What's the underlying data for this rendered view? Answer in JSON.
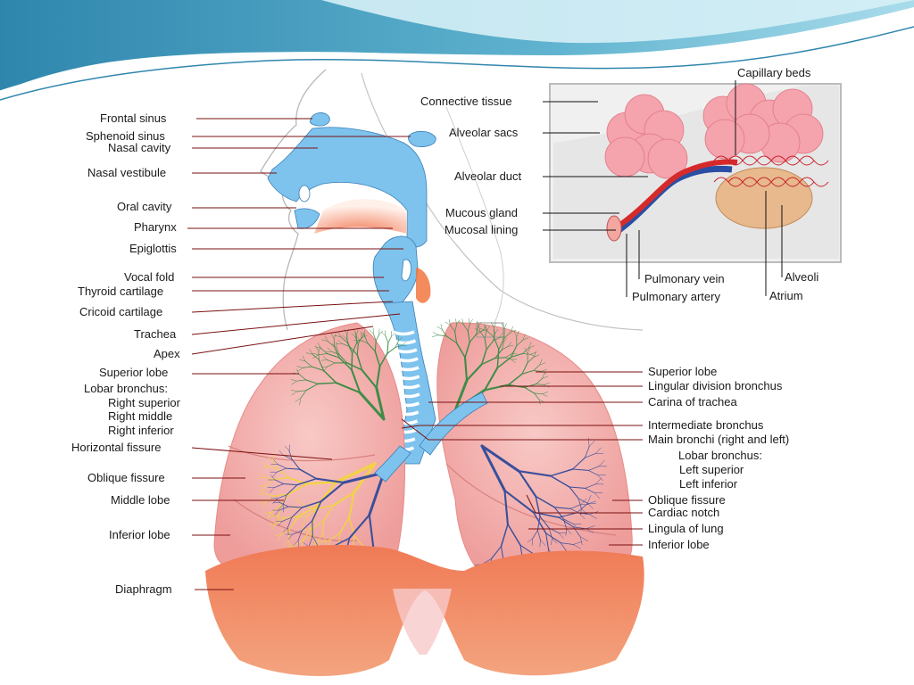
{
  "colors": {
    "slide_wave_dark": "#2c7fa6",
    "slide_wave_light": "#a7dbe9",
    "airway_blue": "#7ec3ee",
    "lung_pink": "#f3a8a6",
    "diaphragm_orange": "#f08a62",
    "bronchi_green": "#3f8c48",
    "bronchi_yellow": "#f1d246",
    "bronchi_blue": "#3a4f9a",
    "label_green": "#2f8a3a",
    "label_yellow": "#e7c21c",
    "label_blue": "#2637c4"
  },
  "left_labels": [
    {
      "id": "frontal-sinus",
      "text": "Frontal sinus"
    },
    {
      "id": "sphenoid-sinus",
      "text": "Sphenoid sinus"
    },
    {
      "id": "nasal-cavity",
      "text": "Nasal cavity"
    },
    {
      "id": "nasal-vestibule",
      "text": "Nasal vestibule"
    },
    {
      "id": "oral-cavity",
      "text": "Oral cavity"
    },
    {
      "id": "pharynx",
      "text": "Pharynx"
    },
    {
      "id": "epiglottis",
      "text": "Epiglottis"
    },
    {
      "id": "vocal-fold",
      "text": "Vocal fold"
    },
    {
      "id": "thyroid-cartilage",
      "text": "Thyroid cartilage"
    },
    {
      "id": "cricoid-cartilage",
      "text": "Cricoid cartilage"
    },
    {
      "id": "trachea",
      "text": "Trachea"
    },
    {
      "id": "apex",
      "text": "Apex"
    },
    {
      "id": "superior-lobe-right",
      "text": "Superior lobe"
    },
    {
      "id": "lobar-bronchus-right",
      "text": "Lobar bronchus:"
    },
    {
      "id": "right-superior",
      "text": "Right superior",
      "color": "green"
    },
    {
      "id": "right-middle",
      "text": "Right middle",
      "color": "yellow"
    },
    {
      "id": "right-inferior",
      "text": "Right inferior",
      "color": "blue"
    },
    {
      "id": "horizontal-fissure",
      "text": "Horizontal fissure"
    },
    {
      "id": "oblique-fissure-right",
      "text": "Oblique fissure"
    },
    {
      "id": "middle-lobe",
      "text": "Middle lobe"
    },
    {
      "id": "inferior-lobe-right",
      "text": "Inferior lobe"
    },
    {
      "id": "diaphragm",
      "text": "Diaphragm"
    }
  ],
  "right_labels": [
    {
      "id": "superior-lobe-left",
      "text": "Superior lobe"
    },
    {
      "id": "lingular-division-bronchus",
      "text": "Lingular division bronchus"
    },
    {
      "id": "carina-of-trachea",
      "text": "Carina of trachea"
    },
    {
      "id": "intermediate-bronchus",
      "text": "Intermediate bronchus"
    },
    {
      "id": "main-bronchi",
      "text": "Main bronchi (right and left)"
    },
    {
      "id": "lobar-bronchus-left",
      "text": "Lobar bronchus:"
    },
    {
      "id": "left-superior",
      "text": "Left superior",
      "color": "green"
    },
    {
      "id": "left-inferior",
      "text": "Left inferior",
      "color": "blue"
    },
    {
      "id": "oblique-fissure-left",
      "text": "Oblique fissure"
    },
    {
      "id": "cardiac-notch",
      "text": "Cardiac notch"
    },
    {
      "id": "lingula-of-lung",
      "text": "Lingula of lung"
    },
    {
      "id": "inferior-lobe-left",
      "text": "Inferior lobe"
    }
  ],
  "inset_labels": [
    {
      "id": "connective-tissue",
      "text": "Connective tissue"
    },
    {
      "id": "capillary-beds",
      "text": "Capillary beds"
    },
    {
      "id": "alveolar-sacs",
      "text": "Alveolar sacs"
    },
    {
      "id": "alveolar-duct",
      "text": "Alveolar duct"
    },
    {
      "id": "mucous-gland",
      "text": "Mucous gland"
    },
    {
      "id": "mucosal-lining",
      "text": "Mucosal lining"
    },
    {
      "id": "pulmonary-vein",
      "text": "Pulmonary vein"
    },
    {
      "id": "pulmonary-artery",
      "text": "Pulmonary artery"
    },
    {
      "id": "alveoli",
      "text": "Alveoli"
    },
    {
      "id": "atrium",
      "text": "Atrium"
    }
  ]
}
